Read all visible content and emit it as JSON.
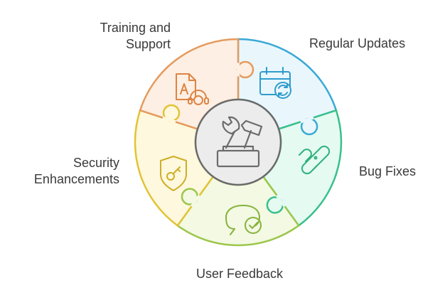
{
  "segments": [
    {
      "id": "regular-updates",
      "label_lines": [
        "Regular Updates"
      ],
      "icon": "calendar-refresh-icon",
      "stroke": "#3aa9d4",
      "fill": "#e9f7fd",
      "icon_color": "#2f9ccb"
    },
    {
      "id": "bug-fixes",
      "label_lines": [
        "Bug Fixes"
      ],
      "icon": "bandage-icon",
      "stroke": "#39c08c",
      "fill": "#e5faf1",
      "icon_color": "#2fb17e"
    },
    {
      "id": "user-feedback",
      "label_lines": [
        "User Feedback"
      ],
      "icon": "chat-check-icon",
      "stroke": "#9cc64a",
      "fill": "#f3f9e3",
      "icon_color": "#86b23b"
    },
    {
      "id": "security-enhancements",
      "label_lines": [
        "Security",
        "Enhancements"
      ],
      "icon": "shield-key-icon",
      "stroke": "#e2c336",
      "fill": "#fdf8de",
      "icon_color": "#cfae25"
    },
    {
      "id": "training-and-support",
      "label_lines": [
        "Training and",
        "Support"
      ],
      "icon": "document-support-icon",
      "stroke": "#e59b5e",
      "fill": "#fdefe3",
      "icon_color": "#dd8444"
    }
  ],
  "center": {
    "icon": "toolbox-icon",
    "stroke": "#6b6b6b",
    "fill": "#ececec"
  },
  "colors": {
    "text": "#3a3a3a",
    "background": "#ffffff"
  }
}
